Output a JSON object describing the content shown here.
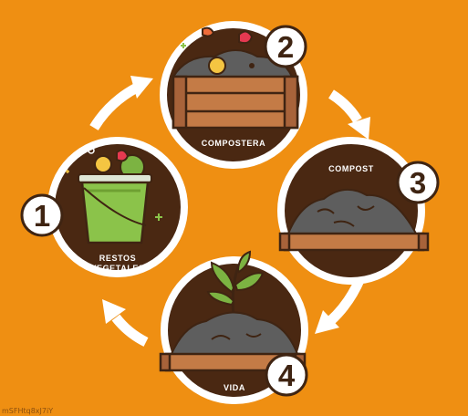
{
  "colors": {
    "background": "#ef8f12",
    "circle_fill": "#4a2812",
    "ring": "#ffffff",
    "crate": "#c47b46",
    "crate_dark": "#3f2412",
    "soil": "#5e5e5e",
    "bucket": "#8bc34a",
    "leaf": "#7cb342"
  },
  "cycle": {
    "steps": [
      {
        "number": "1",
        "label_lines": [
          "RESTOS",
          "VEGETALES"
        ],
        "icon": "vegetable-scraps-bucket-icon"
      },
      {
        "number": "2",
        "label_lines": [
          "COMPOSTERA"
        ],
        "icon": "compost-bin-icon"
      },
      {
        "number": "3",
        "label_lines": [
          "COMPOST"
        ],
        "icon": "compost-soil-icon"
      },
      {
        "number": "4",
        "label_lines": [
          "VIDA"
        ],
        "icon": "seedling-icon"
      }
    ]
  },
  "watermark": "mSFHtq8xJ7iY"
}
